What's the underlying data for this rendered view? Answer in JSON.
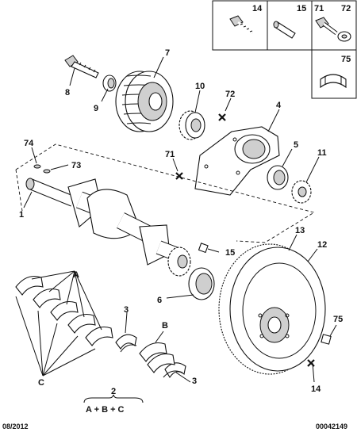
{
  "inset": {
    "cell1": {
      "label": "14"
    },
    "cell2": {
      "label": "15"
    },
    "cell3": {
      "labelA": "71",
      "labelB": "72"
    },
    "cell4": {
      "label": "75"
    }
  },
  "callouts": {
    "c7": "7",
    "c8": "8",
    "c9": "9",
    "c10": "10",
    "c72": "72",
    "c4": "4",
    "c74": "74",
    "c73": "73",
    "c71": "71",
    "c5": "5",
    "c11": "11",
    "c1": "1",
    "c13": "13",
    "c12": "12",
    "c15": "15",
    "c6": "6",
    "cA": "A",
    "c3a": "3",
    "cB": "B",
    "c3b": "3",
    "cC": "C",
    "c75": "75",
    "c14": "14"
  },
  "formula": {
    "number": "2",
    "expression": "A + B + C"
  },
  "footer": {
    "date": "08/2012",
    "code": "00042149"
  }
}
